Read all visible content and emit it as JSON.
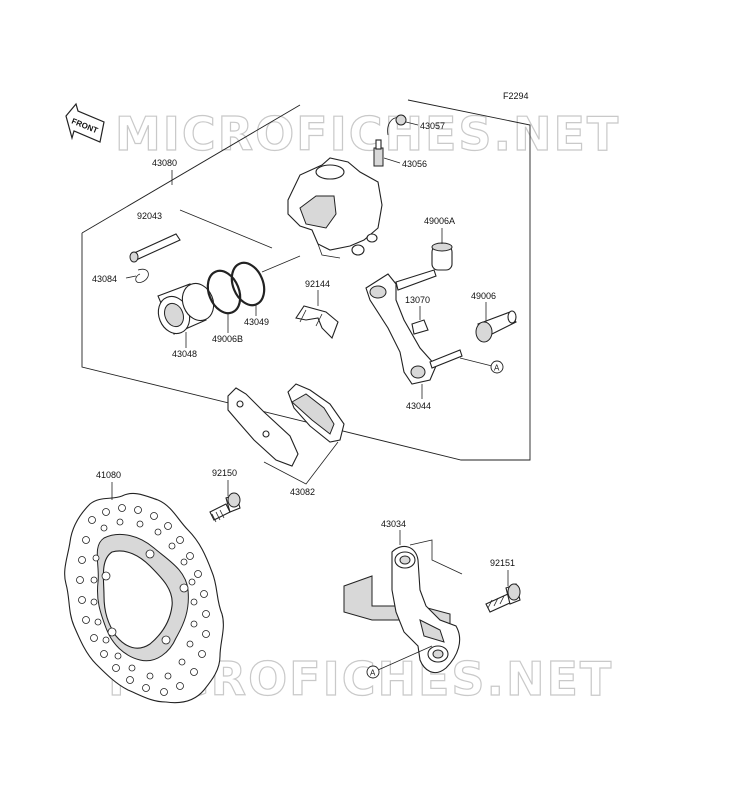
{
  "figure_code": "F2294",
  "front_arrow": {
    "label": "FRONT"
  },
  "watermark": {
    "text": "MICROFICHES.NET"
  },
  "parts": {
    "p43057": "43057",
    "p43056": "43056",
    "p43080": "43080",
    "p92043": "92043",
    "p43084": "43084",
    "p49006A": "49006A",
    "p92144": "92144",
    "p13070": "13070",
    "p49006": "49006",
    "p43049": "43049",
    "p49006B": "49006B",
    "p43048": "43048",
    "p43044": "43044",
    "p43082": "43082",
    "p41080": "41080",
    "p92150": "92150",
    "p43034": "43034",
    "p92151": "92151"
  },
  "ref_markers": {
    "a1": "A",
    "a2": "A"
  }
}
